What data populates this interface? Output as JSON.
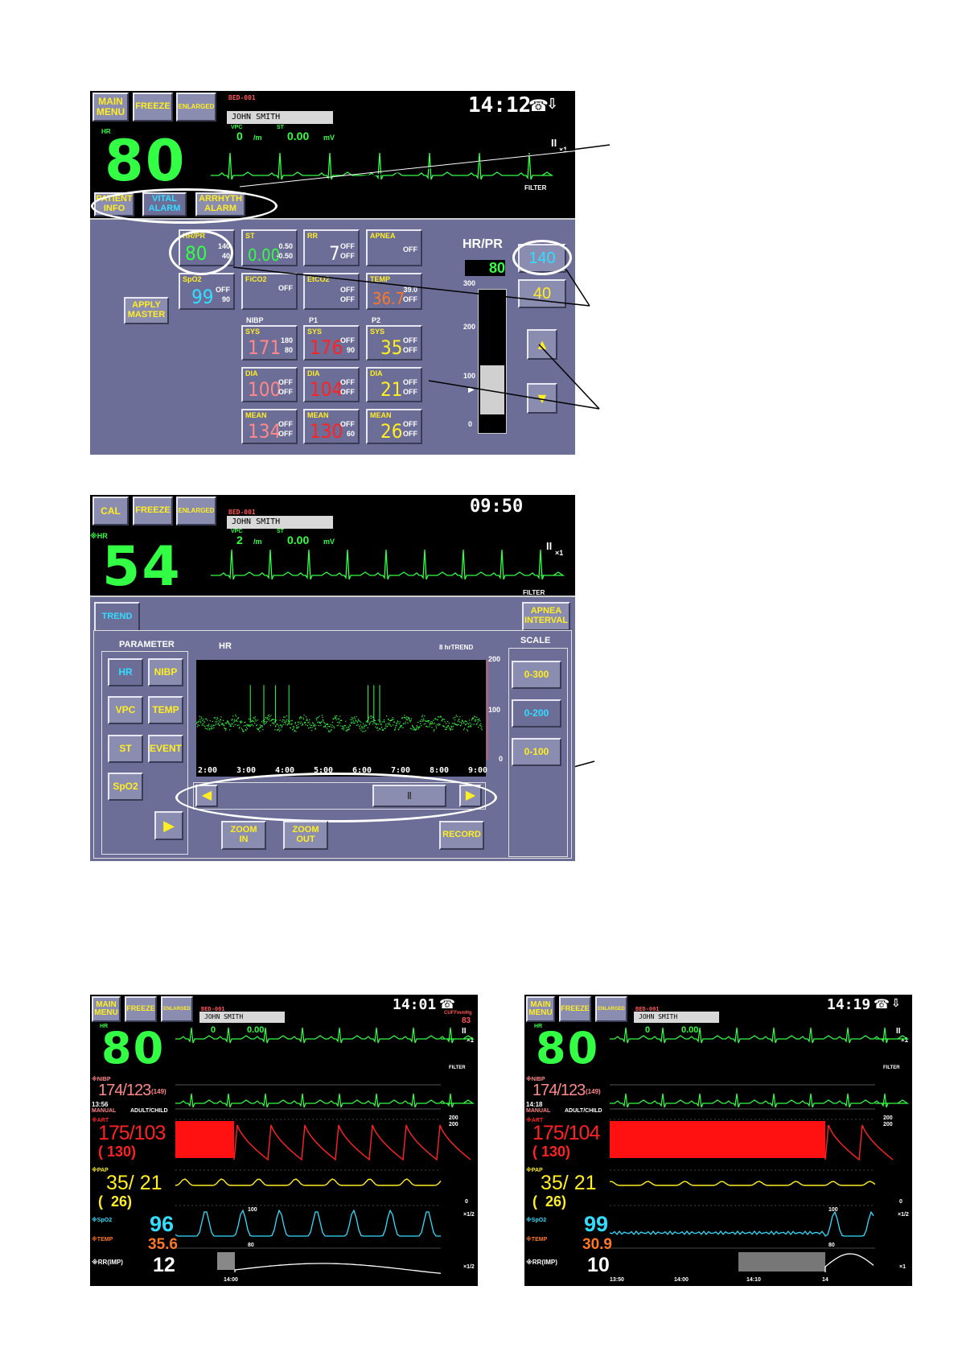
{
  "screen1": {
    "buttons": {
      "main_menu": "MAIN\nMENU",
      "freeze": "FREEZE",
      "enlarged": "ENLARGED"
    },
    "clock": "14:12",
    "bed": "BED-001",
    "patient_name": "JOHN SMITH",
    "vpc_label": "VPC",
    "vpc_value": "0",
    "vpc_unit": "/m",
    "st_label": "ST",
    "st_value": "0.00",
    "st_unit": "mV",
    "hr_label": "HR",
    "hr_value": "80",
    "lead": "II",
    "gain": "×1",
    "filter": "FILTER",
    "tabs": [
      "PATIENT\nINFO",
      "VITAL\nALARM",
      "ARRHYTH\nALARM"
    ],
    "tiles": {
      "hrpr": {
        "label": "HR/PR",
        "value": "80",
        "hi": "140",
        "lo": "40"
      },
      "st": {
        "label": "ST",
        "value": "0.00",
        "hi": "0.50",
        "lo": "-0.50"
      },
      "rr": {
        "label": "RR",
        "value": "7",
        "hi": "OFF",
        "lo": "OFF"
      },
      "apnea": {
        "label": "APNEA",
        "value": "OFF"
      },
      "spo2": {
        "label": "SpO2",
        "value": "99",
        "hi": "OFF",
        "lo": "90"
      },
      "fico2": {
        "label": "FiCO2",
        "value": "OFF"
      },
      "etco2": {
        "label": "EtCO2",
        "hi": "OFF",
        "lo": "OFF"
      },
      "temp": {
        "label": "TEMP",
        "value": "36.7",
        "hi": "39.0",
        "lo": "OFF"
      },
      "nibp_sys": {
        "group": "NIBP",
        "label": "SYS",
        "value": "171",
        "hi": "180",
        "lo": "80"
      },
      "p1_sys": {
        "group": "P1",
        "label": "SYS",
        "value": "176",
        "hi": "OFF",
        "lo": "90"
      },
      "p2_sys": {
        "group": "P2",
        "label": "SYS",
        "value": "35",
        "hi": "OFF",
        "lo": "OFF"
      },
      "nibp_dia": {
        "label": "DIA",
        "value": "100",
        "hi": "OFF",
        "lo": "OFF"
      },
      "p1_dia": {
        "label": "DIA",
        "value": "104",
        "hi": "OFF",
        "lo": "OFF"
      },
      "p2_dia": {
        "label": "DIA",
        "value": "21",
        "hi": "OFF",
        "lo": "OFF"
      },
      "nibp_mean": {
        "label": "MEAN",
        "value": "134",
        "hi": "OFF",
        "lo": "OFF"
      },
      "p1_mean": {
        "label": "MEAN",
        "value": "130",
        "hi": "OFF",
        "lo": "60"
      },
      "p2_mean": {
        "label": "MEAN",
        "value": "26",
        "hi": "OFF",
        "lo": "OFF"
      }
    },
    "apply_master": "APPLY\nMASTER",
    "slider_title": "HR/PR",
    "slider_value": "80",
    "slider_ticks": [
      "300",
      "200",
      "100",
      "0"
    ],
    "upper_limit": "140",
    "lower_limit": "40"
  },
  "screen2": {
    "buttons": {
      "cal": "CAL",
      "freeze": "FREEZE",
      "enlarged": "ENLARGED"
    },
    "clock": "09:50",
    "bed": "BED-001",
    "patient_name": "JOHN SMITH",
    "vpc_label": "VPC",
    "vpc_value": "2",
    "vpc_unit": "/m",
    "st_label": "ST",
    "st_value": "0.00",
    "st_unit": "mV",
    "hr_label": "※HR",
    "hr_value": "54",
    "lead": "II",
    "gain": "×1",
    "filter": "FILTER",
    "tab_trend": "TREND",
    "tab_apnea": "APNEA\nINTERVAL",
    "parameter_title": "PARAMETER",
    "params": [
      "HR",
      "NIBP",
      "VPC",
      "TEMP",
      "ST",
      "EVENT",
      "SpO2"
    ],
    "chart_title": "HR",
    "chart_mode": "8 hrTREND",
    "scale_title": "SCALE",
    "scales": [
      "0-300",
      "0-200",
      "0-100"
    ],
    "zoom_in": "ZOOM\nIN",
    "zoom_out": "ZOOM\nOUT",
    "record": "RECORD"
  },
  "chart_data": {
    "type": "scatter",
    "title": "HR",
    "subtitle": "8 hrTREND",
    "x": [
      "2:00",
      "3:00",
      "4:00",
      "5:00",
      "6:00",
      "7:00",
      "8:00",
      "9:00"
    ],
    "ylim": [
      0,
      200
    ],
    "yticks": [
      "200",
      "100",
      "0"
    ],
    "baseline_hr": 75,
    "spikes_x_hours": [
      3.4,
      3.75,
      4.05,
      4.4,
      6.45,
      6.6,
      6.75
    ]
  },
  "screen3": {
    "buttons": {
      "main_menu": "MAIN\nMENU",
      "freeze": "FREEZE",
      "enlarged": "ENLARGED"
    },
    "clock": "14:01",
    "cuff_label": "CUFFmmHg",
    "cuff_value": "83",
    "bed": "BED-001",
    "patient_name": "JOHN SMITH",
    "hr_label": "HR",
    "hr_value": "80",
    "vpc_value": "0",
    "st_value": "0.00",
    "lead": "II",
    "gain": "×1",
    "filter": "FILTER",
    "nibp_label": "※NIBP",
    "nibp_value": "174/123",
    "nibp_mean": "(149)",
    "nibp_time": "13:56",
    "nibp_mode": "MANUAL",
    "nibp_cat": "ADULT/CHILD",
    "art_label": "※ART",
    "art_value": "175/103",
    "art_mean": "( 130)",
    "pap_label": "※PAP",
    "pap_value": "35/ 21",
    "pap_mean": "(  26)",
    "spo2_label": "※SpO2",
    "spo2_value": "96",
    "temp_label": "※TEMP",
    "temp_value": "35.6",
    "rr_label": "※RR(IMP)",
    "rr_value": "12",
    "scale_200a": "200",
    "scale_200b": "200",
    "scale_0": "0",
    "spo2_100": "100",
    "spo2_80": "80",
    "spo2_gain": "×1/2",
    "resp_gain": "×1/2",
    "time_label": "14:00"
  },
  "screen4": {
    "buttons": {
      "main_menu": "MAIN\nMENU",
      "freeze": "FREEZE",
      "enlarged": "ENLARGED"
    },
    "clock": "14:19",
    "bed": "BED-001",
    "patient_name": "JOHN SMITH",
    "hr_label": "HR",
    "hr_value": "80",
    "vpc_value": "0",
    "st_value": "0.00",
    "lead": "II",
    "gain": "×1",
    "filter": "FILTER",
    "nibp_label": "※NIBP",
    "nibp_value": "174/123",
    "nibp_mean": "(149)",
    "nibp_time": "14:18",
    "nibp_mode": "MANUAL",
    "nibp_cat": "ADULT/CHILD",
    "art_label": "※ART",
    "art_value": "175/104",
    "art_mean": "( 130)",
    "pap_label": "※PAP",
    "pap_value": "35/ 21",
    "pap_mean": "(  26)",
    "spo2_label": "※SpO2",
    "spo2_value": "99",
    "temp_label": "※TEMP",
    "temp_value": "30.9",
    "rr_label": "※RR(IMP)",
    "rr_value": "10",
    "scale_200a": "200",
    "scale_200b": "200",
    "scale_0": "0",
    "spo2_100": "100",
    "spo2_80": "80",
    "spo2_gain": "×1/2",
    "resp_gain": "×1",
    "times": [
      "13:50",
      "14:00",
      "14:10",
      "14"
    ]
  },
  "colors": {
    "green": "#33ff44",
    "yellow": "#ffee22",
    "cyan": "#33ddff",
    "red": "#ff2222",
    "pink": "#ff8888",
    "orange": "#ff7722",
    "panel": "#6c6e98"
  }
}
